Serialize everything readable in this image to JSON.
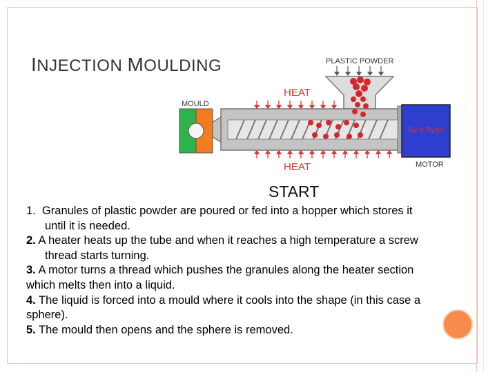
{
  "slide": {
    "title_first_cap": "I",
    "title_first_rest": "NJECTION ",
    "title_second_cap": "M",
    "title_second_rest": "OULDING"
  },
  "diagram": {
    "label_plastic_powder": "PLASTIC POWDER",
    "label_heat_top": "HEAT",
    "label_heat_bottom": "HEAT",
    "label_mould": "MOULD",
    "label_motor": "MOTOR",
    "label_credit": "By V.Ryan",
    "label_start": "START",
    "colors": {
      "mould_green": "#2db34a",
      "mould_orange": "#f47c20",
      "barrel": "#b8b8b8",
      "granules": "#d9252a",
      "motor_blue": "#2e3fd0",
      "heat_red": "#e0312b"
    }
  },
  "steps": [
    {
      "num": "1.",
      "line1": "  Granules of plastic powder are poured or fed into a hopper which stores it",
      "line2": "until it is needed."
    },
    {
      "num": "2.",
      "line1": " A heater heats up the tube and when it reaches a high temperature a screw",
      "line2": "thread starts turning."
    },
    {
      "num": "3.",
      "line1": " A motor turns a thread which pushes the granules along the heater section",
      "line2": "which melts then into a liquid."
    },
    {
      "num": "4.",
      "line1": " The liquid is forced into a mould where it cools into the shape (in this case a",
      "line2": "sphere)."
    },
    {
      "num": "5.",
      "line1": " The mould then opens and the sphere is removed."
    }
  ]
}
